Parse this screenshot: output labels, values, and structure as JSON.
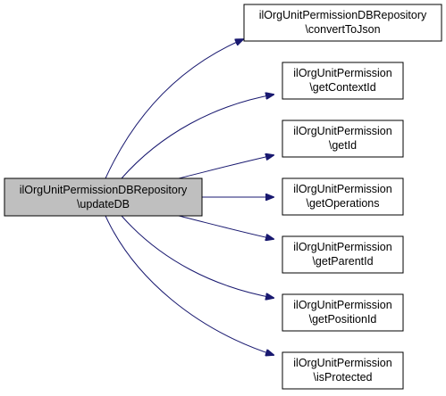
{
  "colors": {
    "edge": "#191970",
    "node_border": "#000000",
    "root_fill": "#bfbfbf",
    "node_fill": "#ffffff"
  },
  "root": {
    "line1": "ilOrgUnitPermissionDBRepository",
    "line2": "\\updateDB"
  },
  "callees": [
    {
      "id": "convert",
      "line1": "ilOrgUnitPermissionDBRepository",
      "line2": "\\convertToJson"
    },
    {
      "id": "context",
      "line1": "ilOrgUnitPermission",
      "line2": "\\getContextId"
    },
    {
      "id": "getid",
      "line1": "ilOrgUnitPermission",
      "line2": "\\getId"
    },
    {
      "id": "operations",
      "line1": "ilOrgUnitPermission",
      "line2": "\\getOperations"
    },
    {
      "id": "parent",
      "line1": "ilOrgUnitPermission",
      "line2": "\\getParentId"
    },
    {
      "id": "position",
      "line1": "ilOrgUnitPermission",
      "line2": "\\getPositionId"
    },
    {
      "id": "protected",
      "line1": "ilOrgUnitPermission",
      "line2": "\\isProtected"
    }
  ]
}
